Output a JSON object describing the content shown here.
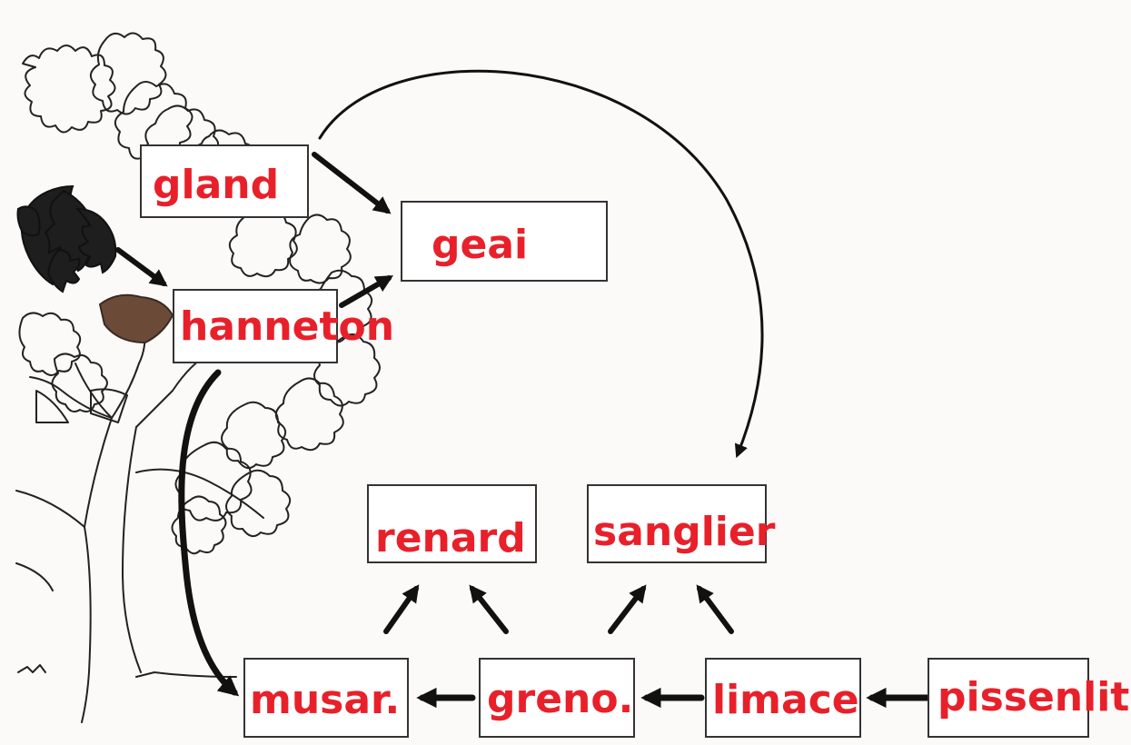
{
  "diagram": {
    "colors": {
      "label": "#e8202a",
      "arrow": "#111111",
      "box_border": "#333333",
      "background": "#fbfaf8"
    },
    "nodes": [
      {
        "id": "gland",
        "label": "gland"
      },
      {
        "id": "geai",
        "label": "geai"
      },
      {
        "id": "hanneton",
        "label": "hanneton"
      },
      {
        "id": "renard",
        "label": "renard"
      },
      {
        "id": "sanglier",
        "label": "sanglier"
      },
      {
        "id": "musar",
        "label": "musar."
      },
      {
        "id": "greno",
        "label": "greno."
      },
      {
        "id": "limace",
        "label": "limace"
      },
      {
        "id": "pissenlit",
        "label": "pissenlit"
      }
    ],
    "edges": [
      {
        "from": "gland",
        "to": "geai"
      },
      {
        "from": "gland",
        "to": "sanglier"
      },
      {
        "from": "leaves",
        "to": "hanneton"
      },
      {
        "from": "hanneton",
        "to": "geai"
      },
      {
        "from": "hanneton",
        "to": "musar"
      },
      {
        "from": "musar",
        "to": "renard"
      },
      {
        "from": "greno",
        "to": "renard"
      },
      {
        "from": "greno",
        "to": "musar"
      },
      {
        "from": "greno",
        "to": "sanglier"
      },
      {
        "from": "limace",
        "to": "sanglier"
      },
      {
        "from": "limace",
        "to": "greno"
      },
      {
        "from": "pissenlit",
        "to": "limace"
      }
    ],
    "illustration": {
      "icon": "oak-tree-icon",
      "leaves_icon": "oak-leaves-icon"
    }
  }
}
